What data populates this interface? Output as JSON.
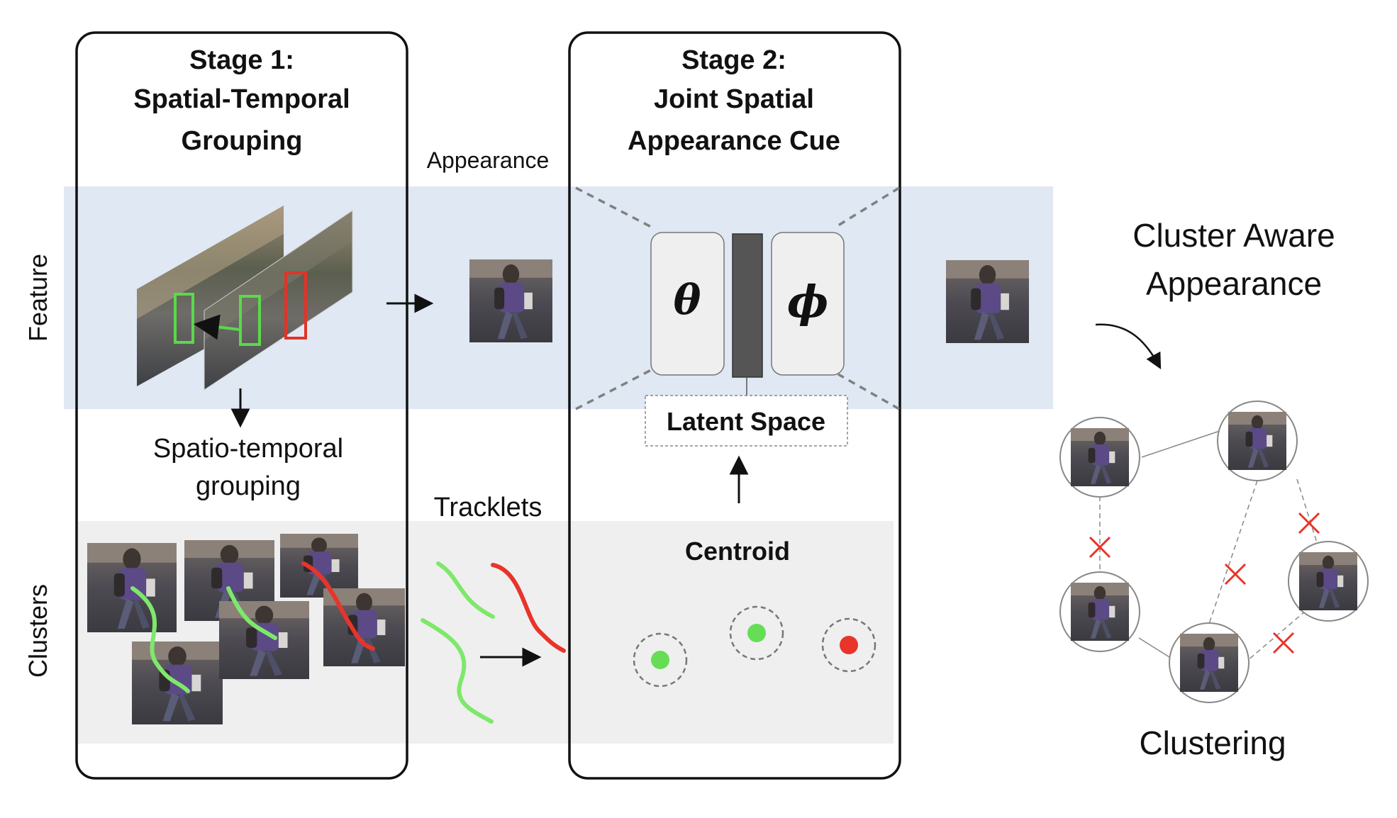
{
  "stage1": {
    "title_line1": "Stage 1:",
    "title_line2": "Spatial-Temporal",
    "title_line3": "Grouping"
  },
  "stage2": {
    "title_line1": "Stage 2:",
    "title_line2": "Joint Spatial",
    "title_line3": "Appearance Cue"
  },
  "row_labels": {
    "feature": "Feature",
    "clusters": "Clusters"
  },
  "labels": {
    "appearance": "Appearance",
    "spatio_line1": "Spatio-temporal",
    "spatio_line2": "grouping",
    "tracklets": "Tracklets",
    "latent_space": "Latent Space",
    "centroid": "Centroid",
    "cluster_aware_line1": "Cluster Aware",
    "cluster_aware_line2": "Appearance",
    "clustering": "Clustering"
  },
  "symbols": {
    "theta": "θ",
    "phi": "ϕ"
  },
  "colors": {
    "feature_band": "#dfe8f3",
    "clusters_band": "#efefef",
    "green": "#7ee86a",
    "red": "#e8342a",
    "box_green": "#5ad94a",
    "box_red": "#e23328",
    "module_fill": "#efefef",
    "bar_fill": "#555555"
  },
  "icons": [
    "person-crop-image",
    "street-frame-image",
    "cross-mark-icon",
    "arrow-icon"
  ]
}
